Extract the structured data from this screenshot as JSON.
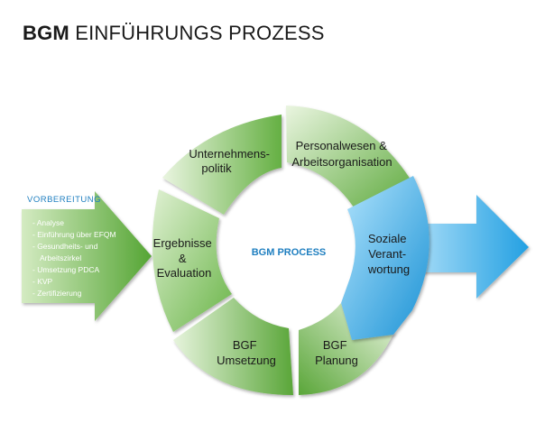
{
  "title": {
    "bold": "BGM",
    "rest": "EINFÜHRUNGS PROZESS"
  },
  "center_label": "BGM PROCESS",
  "vorbereitung": {
    "title": "VORBEREITUNG",
    "items": [
      "- Analyse",
      "- Einführung über EFQM",
      "- Gesundheits- und",
      "  Arbeitszirkel",
      "- Umsetzung PDCA",
      "- KVP",
      "- Zertifizierung"
    ]
  },
  "segments": {
    "unternehmenspolitik": [
      "Unternehmens-",
      "politik"
    ],
    "personalwesen": [
      "Personalwesen &",
      "Arbeitsorganisation"
    ],
    "soziale": [
      "Soziale",
      "Verant-",
      "wortung"
    ],
    "bgf_planung": [
      "BGF",
      "Planung"
    ],
    "bgf_umsetzung": [
      "BGF",
      "Umsetzung"
    ],
    "ergebnisse": [
      "Ergebnisse",
      "&",
      "Evaluation"
    ]
  },
  "colors": {
    "green_light": "#e4f2d8",
    "green_dark": "#5ba83a",
    "blue_light": "#9fdcfb",
    "blue_dark": "#1e94d6",
    "center_text": "#1f7fc0"
  }
}
